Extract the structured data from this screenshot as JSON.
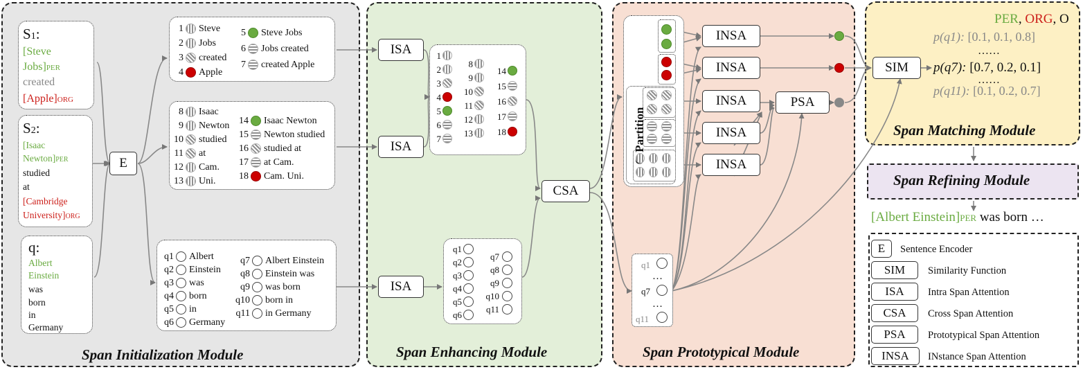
{
  "modules": {
    "init": "Span Initialization Module",
    "enhance": "Span Enhancing Module",
    "proto": "Span Prototypical Module",
    "match": "Span Matching Module",
    "refine": "Span Refining Module"
  },
  "colors": {
    "init_bg": "#e6e6e6",
    "enhance_bg": "#e3efd9",
    "proto_bg": "#f8dfd3",
    "match_bg": "#fdf0c4",
    "refine_bg": "#ece4f1",
    "per": "#6aab41",
    "org": "#cc1f1a"
  },
  "s1": {
    "label": "S",
    "sub": "1",
    "colon": ":",
    "ent1": "[Steve",
    "ent1b": "Jobs]",
    "tag1": "PER",
    "w1": "created",
    "ent2": "[Apple]",
    "tag2": "ORG"
  },
  "s2": {
    "label": "S",
    "sub": "2",
    "colon": ":",
    "ent1": "[Isaac",
    "ent1b": "Newton]",
    "tag1": "PER",
    "w1": "studied",
    "w2": "at",
    "ent2": "[Cambridge",
    "ent2b": "University]",
    "tag2": "ORG"
  },
  "q": {
    "label": "q:",
    "ent1": "Albert",
    "ent1b": "Einstein",
    "w1": "was",
    "w2": "born",
    "w3": "in",
    "w4": "Germany"
  },
  "boxes": {
    "e": "E",
    "isa": "ISA",
    "csa": "CSA",
    "insa": "INSA",
    "psa": "PSA",
    "sim": "SIM"
  },
  "s1_spans": [
    {
      "n": "1",
      "text": "Steve",
      "icon": "v"
    },
    {
      "n": "2",
      "text": "Jobs",
      "icon": "v"
    },
    {
      "n": "3",
      "text": "created",
      "icon": "d"
    },
    {
      "n": "4",
      "text": "Apple",
      "icon": "red"
    },
    {
      "n": "5",
      "text": "Steve Jobs",
      "icon": "green"
    },
    {
      "n": "6",
      "text": "Jobs created",
      "icon": "h"
    },
    {
      "n": "7",
      "text": "created Apple",
      "icon": "h"
    }
  ],
  "s2_spans": [
    {
      "n": "8",
      "text": "Isaac",
      "icon": "v"
    },
    {
      "n": "9",
      "text": "Newton",
      "icon": "v"
    },
    {
      "n": "10",
      "text": "studied",
      "icon": "d"
    },
    {
      "n": "11",
      "text": "at",
      "icon": "d"
    },
    {
      "n": "12",
      "text": "Cam.",
      "icon": "v"
    },
    {
      "n": "13",
      "text": "Uni.",
      "icon": "v"
    },
    {
      "n": "14",
      "text": "Isaac Newton",
      "icon": "green"
    },
    {
      "n": "15",
      "text": "Newton studied",
      "icon": "h"
    },
    {
      "n": "16",
      "text": "studied at",
      "icon": "d"
    },
    {
      "n": "17",
      "text": "at Cam.",
      "icon": "h"
    },
    {
      "n": "18",
      "text": "Cam. Uni.",
      "icon": "red"
    }
  ],
  "q_spans": [
    {
      "n": "q1",
      "text": "Albert"
    },
    {
      "n": "q2",
      "text": "Einstein"
    },
    {
      "n": "q3",
      "text": "was"
    },
    {
      "n": "q4",
      "text": "born"
    },
    {
      "n": "q5",
      "text": "in"
    },
    {
      "n": "q6",
      "text": "Germany"
    },
    {
      "n": "q7",
      "text": "Albert Einstein"
    },
    {
      "n": "q8",
      "text": "Einstein was"
    },
    {
      "n": "q9",
      "text": "was born"
    },
    {
      "n": "q10",
      "text": "born in"
    },
    {
      "n": "q11",
      "text": "in Germany"
    }
  ],
  "enh_s_left": [
    {
      "n": "1",
      "icon": "v"
    },
    {
      "n": "2",
      "icon": "v"
    },
    {
      "n": "3",
      "icon": "d"
    },
    {
      "n": "4",
      "icon": "red"
    },
    {
      "n": "5",
      "icon": "green"
    },
    {
      "n": "6",
      "icon": "h"
    },
    {
      "n": "7",
      "icon": "h"
    }
  ],
  "enh_s_mid": [
    {
      "n": "8",
      "icon": "v"
    },
    {
      "n": "9",
      "icon": "v"
    },
    {
      "n": "10",
      "icon": "d"
    },
    {
      "n": "11",
      "icon": "d"
    },
    {
      "n": "12",
      "icon": "v"
    },
    {
      "n": "13",
      "icon": "v"
    }
  ],
  "enh_s_right": [
    {
      "n": "14",
      "icon": "green"
    },
    {
      "n": "15",
      "icon": "h"
    },
    {
      "n": "16",
      "icon": "d"
    },
    {
      "n": "17",
      "icon": "h"
    },
    {
      "n": "18",
      "icon": "red"
    }
  ],
  "enh_q_left": [
    "q1",
    "q2",
    "q3",
    "q4",
    "q5",
    "q6"
  ],
  "enh_q_right": [
    "q7",
    "q8",
    "q9",
    "q10",
    "q11"
  ],
  "o_partition": "O Partition",
  "proto_q": {
    "q1": "q1",
    "q7": "q7",
    "q11": "q11",
    "dots": "…"
  },
  "matching": {
    "per": "PER",
    "comma1": ",",
    "org": "ORG",
    "comma2": ",",
    "o": "O",
    "p1_label": "p(q1):",
    "p1_val": "[0.1, 0.1, 0.8]",
    "dots1": "……",
    "p7_label": "p(q7):",
    "p7_val": "[0.7, 0.2, 0.1]",
    "dots2": "……",
    "p11_label": "p(q11):",
    "p11_val": "[0.1, 0.2, 0.7]"
  },
  "refined": {
    "ent": "[Albert Einstein]",
    "tag": "PER",
    "rest": "was born …"
  },
  "legend": [
    {
      "key": "E",
      "desc": "Sentence Encoder"
    },
    {
      "key": "SIM",
      "desc": "Similarity Function"
    },
    {
      "key": "ISA",
      "desc": "Intra Span Attention"
    },
    {
      "key": "CSA",
      "desc": "Cross Span Attention"
    },
    {
      "key": "PSA",
      "desc": "Prototypical Span Attention"
    },
    {
      "key": "INSA",
      "desc": "INstance Span Attention"
    }
  ]
}
